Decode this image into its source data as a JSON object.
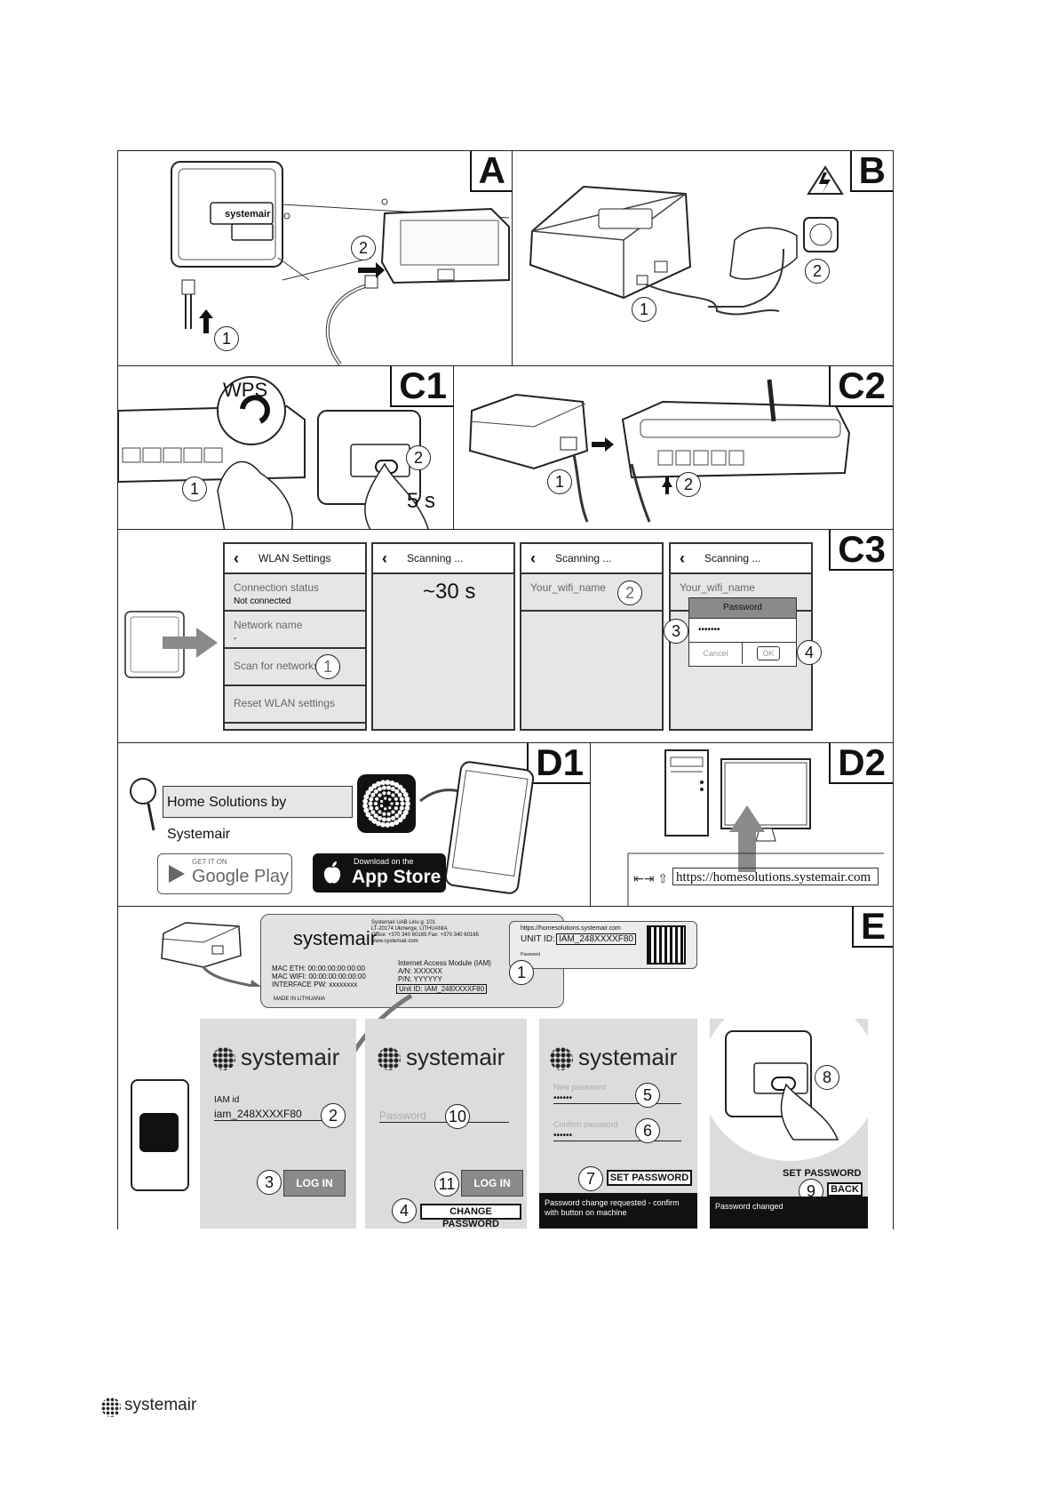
{
  "panels": {
    "A": {
      "tag": "A",
      "steps": [
        "1",
        "2"
      ],
      "device_logo": "systemair"
    },
    "B": {
      "tag": "B",
      "steps": [
        "1",
        "2"
      ]
    },
    "C1": {
      "tag": "C1",
      "wps": "WPS",
      "hold": "5 s",
      "steps": [
        "1",
        "2"
      ]
    },
    "C2": {
      "tag": "C2",
      "steps": [
        "1",
        "2"
      ]
    },
    "C3": {
      "tag": "C3",
      "screen1": {
        "title": "WLAN Settings",
        "rows": [
          {
            "label": "Connection status",
            "value": "Not connected"
          },
          {
            "label": "Network name",
            "value": "-"
          },
          {
            "label": "Scan for networks",
            "step": "1"
          },
          {
            "label": "Reset WLAN settings"
          }
        ]
      },
      "screen2": {
        "title": "Scanning ...",
        "wait": "~30 s"
      },
      "screen3": {
        "title": "Scanning ...",
        "network": "Your_wifi_name",
        "step": "2"
      },
      "screen4": {
        "title": "Scanning ...",
        "network": "Your_wifi_name",
        "password_title": "Password",
        "password_value": "•••••••",
        "cancel": "Cancel",
        "ok": "OK",
        "steps": [
          "3",
          "4"
        ]
      }
    },
    "D1": {
      "tag": "D1",
      "search_text": "Home Solutions by Systemair",
      "google_small": "GET IT ON",
      "google_big": "Google Play",
      "apple_small": "Download on the",
      "apple_big": "App Store"
    },
    "D2": {
      "tag": "D2",
      "url": "https://homesolutions.systemair.com"
    },
    "E": {
      "tag": "E",
      "label_brand": "systemair",
      "label_address": [
        "Systemair UAB Linu g. 101",
        "LT-20174 Ukmerge, LITHUANIA",
        "Office: +370 340 60165 Fax: +370 340 60165",
        "www.systemair.com"
      ],
      "label_left": [
        "MAC ETH: 00:00:00:00:00:00",
        "MAC WIFI: 00:00:00:00:00:00",
        "INTERFACE PW: xxxxxxxx"
      ],
      "label_module": [
        "Internet Access Module (IAM)",
        "A/N: XXXXXX",
        "P/N: YYYYYY"
      ],
      "label_unit": "Unit ID: IAM_248XXXXF80",
      "made_in": "MADE IN LITHUANIA",
      "tag_url": "https://homesolutions.systemair.com",
      "tag_unit_label": "UNIT ID:",
      "tag_unit_value": "IAM_248XXXXF80",
      "tag_password": "Password",
      "step1": "1",
      "s1": {
        "brand": "systemair",
        "iam_label": "IAM id",
        "iam_value": "iam_248XXXXF80",
        "login": "LOG IN",
        "steps": [
          "2",
          "3"
        ]
      },
      "s2": {
        "brand": "systemair",
        "pw_placeholder": "Password",
        "login": "LOG IN",
        "change": "CHANGE PASSWORD",
        "steps": [
          "10",
          "11",
          "4"
        ]
      },
      "s3": {
        "brand": "systemair",
        "new_pw": "New password",
        "confirm_pw": "Confirm password",
        "dots": "••••••",
        "set": "SET PASSWORD",
        "message": "Password change requested - confirm with button on machine",
        "steps": [
          "5",
          "6",
          "7"
        ]
      },
      "s4": {
        "set": "SET PASSWORD",
        "back": "BACK",
        "message": "Password changed",
        "steps": [
          "8",
          "9"
        ]
      }
    }
  },
  "footer": {
    "brand": "systemair"
  }
}
